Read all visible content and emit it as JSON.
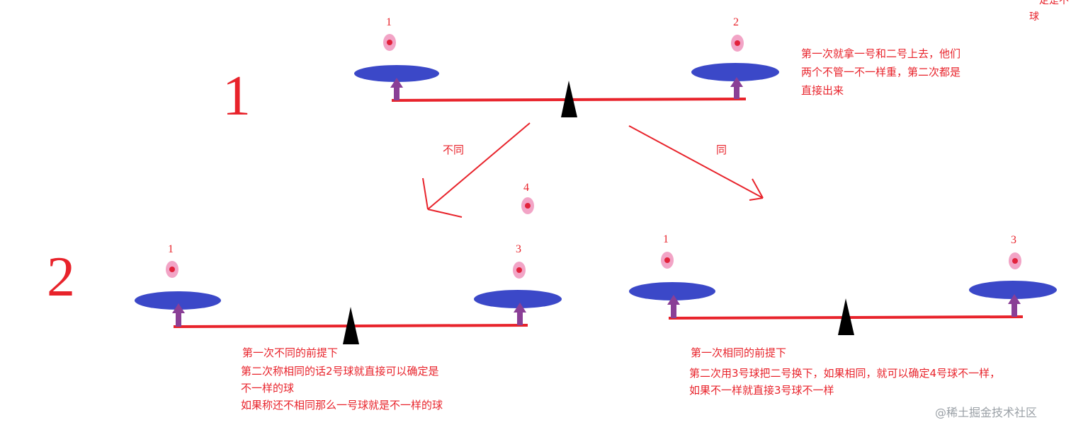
{
  "step_labels": {
    "step1": "1",
    "step2": "2"
  },
  "scale1": {
    "left_ball": "1",
    "right_ball": "2"
  },
  "scale2": {
    "left_ball": "1",
    "right_ball": "3"
  },
  "scale3": {
    "left_ball": "1",
    "right_ball": "3"
  },
  "extra_ball": "4",
  "arrows": {
    "left_label": "不同",
    "right_label": "同"
  },
  "notes": {
    "top": "第一次就拿一号和二号上去，他们\n两个不管一不一样重，第二次都是\n直接出来",
    "bottom_left_heading": "第一次不同的前提下",
    "bottom_left_body": "第二次称相同的话2号球就直接可以确定是\n不一样的球\n如果称还不相同那么一号球就是不一样的球",
    "bottom_right_heading": "第一次相同的前提下",
    "bottom_right_body": "第二次用3号球把二号换下，如果相同，就可以确定4号球不一样，\n如果不一样就直接3号球不一样",
    "corner_clip_line1": "一定是不",
    "corner_clip_line2": "球"
  },
  "watermark": "@稀土掘金技术社区",
  "colors": {
    "beam": "#e8232b",
    "pan": "#3b48c8",
    "post": "#8a3f96",
    "ball_outer": "#f2a4c6",
    "ball_inner": "#e2223c",
    "fulcrum": "#000000"
  }
}
